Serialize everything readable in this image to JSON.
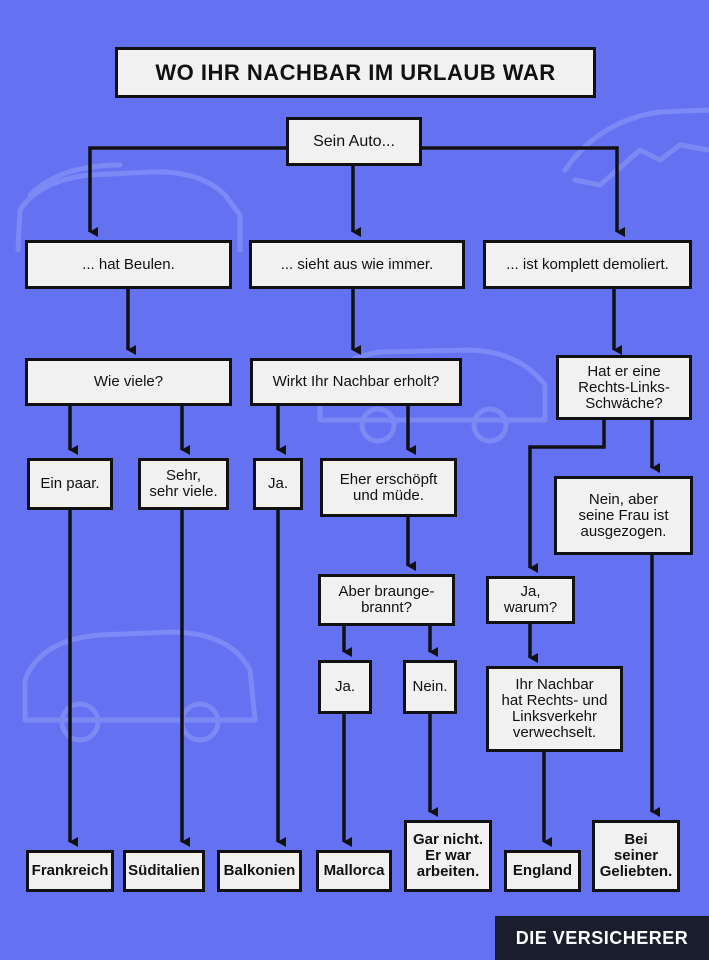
{
  "title": "WO IHR NACHBAR IM URLAUB WAR",
  "brand": "DIE VERSICHERER",
  "colors": {
    "background": "#6472f2",
    "box": "#f1f1f1",
    "line": "#111111",
    "brand_bg": "#1a1d2b"
  },
  "nodes": {
    "start": "Sein Auto...",
    "beulen": "... hat Beulen.",
    "immer": "... sieht aus wie immer.",
    "demoliert": "... ist komplett demoliert.",
    "wie_viele": "Wie viele?",
    "erholt": "Wirkt Ihr Nachbar erholt?",
    "rechts_links": [
      "Hat er eine",
      "Rechts-Links-",
      "Schwäche?"
    ],
    "ein_paar": "Ein paar.",
    "sehr_viele": [
      "Sehr,",
      "sehr viele."
    ],
    "ja1": "Ja.",
    "erschoepft": [
      "Eher erschöpft",
      "und müde."
    ],
    "nein_frau": [
      "Nein, aber",
      "seine Frau ist",
      "ausgezogen."
    ],
    "braungebrannt": [
      "Aber braunge-",
      "brannt?"
    ],
    "ja_warum": [
      "Ja,",
      "warum?"
    ],
    "ja2": "Ja.",
    "nein2": "Nein.",
    "verwechselt": [
      "Ihr Nachbar",
      "hat Rechts- und",
      "Linksverkehr",
      "verwechselt."
    ]
  },
  "results": {
    "frankreich": "Frankreich",
    "sueditalien": "Süditalien",
    "balkonien": "Balkonien",
    "mallorca": "Mallorca",
    "arbeiten": [
      "Gar nicht.",
      "Er war",
      "arbeiten."
    ],
    "england": "England",
    "geliebten": [
      "Bei",
      "seiner",
      "Geliebten."
    ]
  }
}
